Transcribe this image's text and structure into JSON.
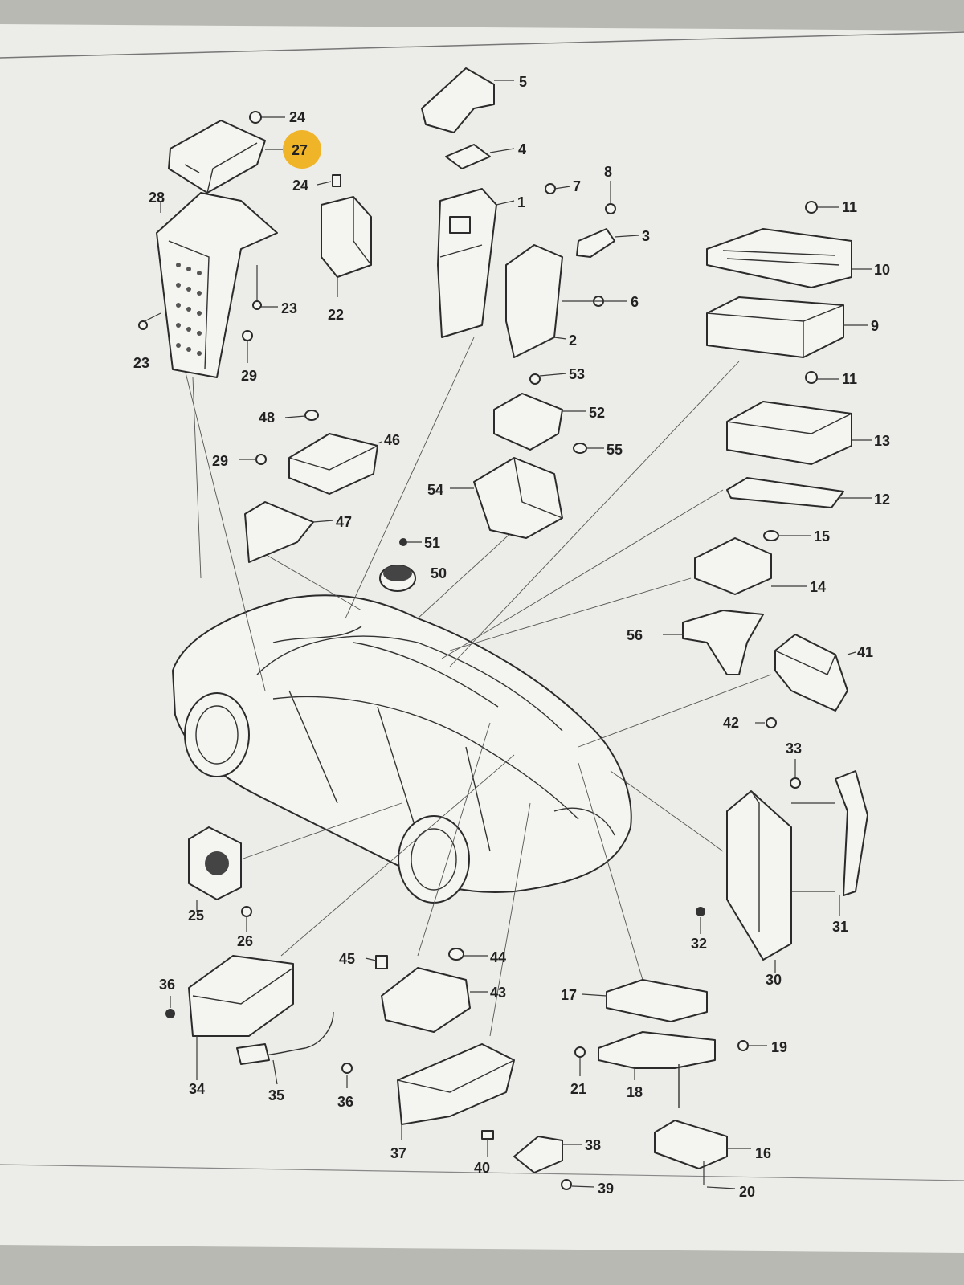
{
  "highlight_color": "#f0b429",
  "paper_color": "#f4f4f0",
  "line_color": "#2b2b2b",
  "callouts": {
    "c1": "1",
    "c2": "2",
    "c3": "3",
    "c4": "4",
    "c5": "5",
    "c6": "6",
    "c7": "7",
    "c8": "8",
    "c9": "9",
    "c10": "10",
    "c11a": "11",
    "c11b": "11",
    "c12": "12",
    "c13": "13",
    "c14": "14",
    "c15": "15",
    "c16": "16",
    "c17": "17",
    "c18": "18",
    "c19": "19",
    "c20": "20",
    "c21": "21",
    "c22": "22",
    "c23a": "23",
    "c23b": "23",
    "c24a": "24",
    "c24b": "24",
    "c25": "25",
    "c26": "26",
    "c27": "27",
    "c28": "28",
    "c29a": "29",
    "c29b": "29",
    "c30": "30",
    "c31": "31",
    "c32": "32",
    "c33": "33",
    "c34": "34",
    "c35": "35",
    "c36a": "36",
    "c36b": "36",
    "c37": "37",
    "c38": "38",
    "c39": "39",
    "c40": "40",
    "c41": "41",
    "c42": "42",
    "c43": "43",
    "c44": "44",
    "c45": "45",
    "c46": "46",
    "c47": "47",
    "c48": "48",
    "c50": "50",
    "c51": "51",
    "c52": "52",
    "c53": "53",
    "c54": "54",
    "c55": "55",
    "c56": "56"
  }
}
